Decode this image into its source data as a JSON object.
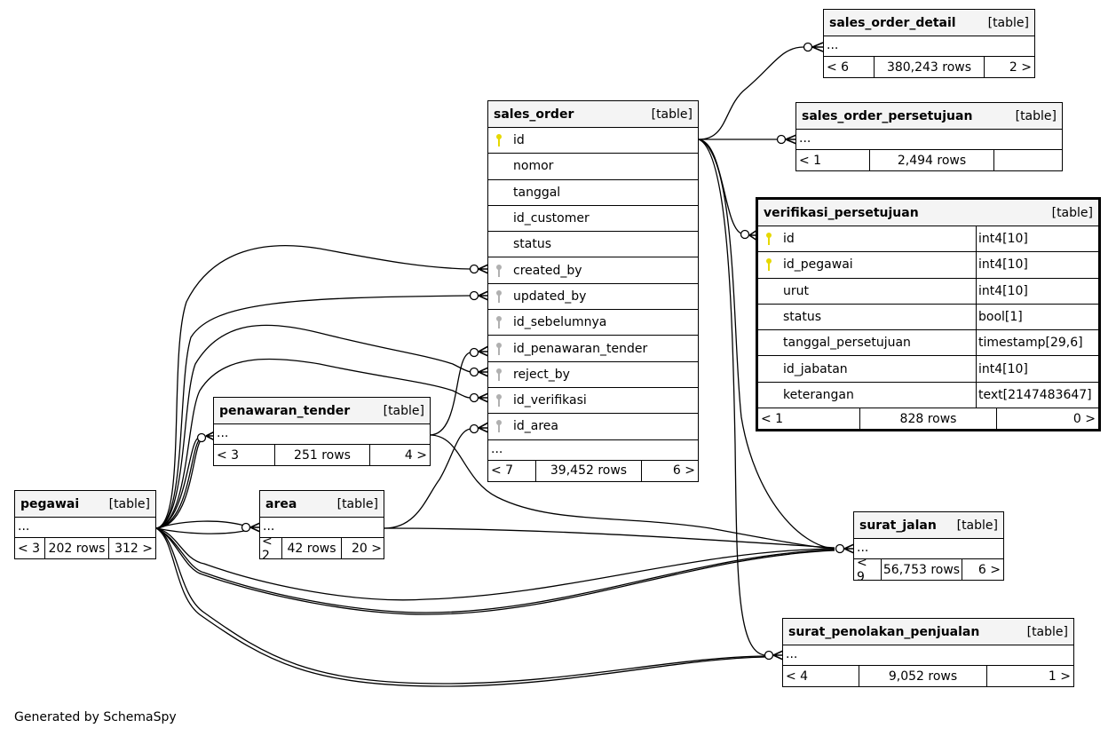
{
  "diagram": {
    "footer": "Generated by SchemaSpy",
    "colors": {
      "primary_key": "#e6d800",
      "foreign_key": "#b0b0b0",
      "header_bg": "#f4f4f4",
      "line": "#000000"
    },
    "tables": {
      "sales_order_detail": {
        "name": "sales_order_detail",
        "kind": "[table]",
        "ellipsis": "...",
        "parents": "< 6",
        "rows": "380,243 rows",
        "children": "2 >"
      },
      "sales_order_persetujuan": {
        "name": "sales_order_persetujuan",
        "kind": "[table]",
        "ellipsis": "...",
        "parents": "< 1",
        "rows": "2,494 rows",
        "children": ""
      },
      "sales_order": {
        "name": "sales_order",
        "kind": "[table]",
        "columns": [
          {
            "name": "id",
            "key": "primary-key-icon"
          },
          {
            "name": "nomor",
            "key": ""
          },
          {
            "name": "tanggal",
            "key": ""
          },
          {
            "name": "id_customer",
            "key": ""
          },
          {
            "name": "status",
            "key": ""
          },
          {
            "name": "created_by",
            "key": "foreign-key-icon"
          },
          {
            "name": "updated_by",
            "key": "foreign-key-icon"
          },
          {
            "name": "id_sebelumnya",
            "key": "foreign-key-icon"
          },
          {
            "name": "id_penawaran_tender",
            "key": "foreign-key-icon"
          },
          {
            "name": "reject_by",
            "key": "foreign-key-icon"
          },
          {
            "name": "id_verifikasi",
            "key": "foreign-key-icon"
          },
          {
            "name": "id_area",
            "key": "foreign-key-icon"
          }
        ],
        "ellipsis": "...",
        "parents": "< 7",
        "rows": "39,452 rows",
        "children": "6 >"
      },
      "verifikasi_persetujuan": {
        "name": "verifikasi_persetujuan",
        "kind": "[table]",
        "columns": [
          {
            "name": "id",
            "type": "int4[10]",
            "key": "primary-key-icon"
          },
          {
            "name": "id_pegawai",
            "type": "int4[10]",
            "key": "primary-key-icon"
          },
          {
            "name": "urut",
            "type": "int4[10]",
            "key": ""
          },
          {
            "name": "status",
            "type": "bool[1]",
            "key": ""
          },
          {
            "name": "tanggal_persetujuan",
            "type": "timestamp[29,6]",
            "key": ""
          },
          {
            "name": "id_jabatan",
            "type": "int4[10]",
            "key": ""
          },
          {
            "name": "keterangan",
            "type": "text[2147483647]",
            "key": ""
          }
        ],
        "parents": "< 1",
        "rows": "828 rows",
        "children": "0 >"
      },
      "penawaran_tender": {
        "name": "penawaran_tender",
        "kind": "[table]",
        "ellipsis": "...",
        "parents": "< 3",
        "rows": "251 rows",
        "children": "4 >"
      },
      "pegawai": {
        "name": "pegawai",
        "kind": "[table]",
        "ellipsis": "...",
        "parents": "< 3",
        "rows": "202 rows",
        "children": "312 >"
      },
      "area": {
        "name": "area",
        "kind": "[table]",
        "ellipsis": "...",
        "parents": "< 2",
        "rows": "42 rows",
        "children": "20 >"
      },
      "surat_jalan": {
        "name": "surat_jalan",
        "kind": "[table]",
        "ellipsis": "...",
        "parents": "< 9",
        "rows": "56,753 rows",
        "children": "6 >"
      },
      "surat_penolakan_penjualan": {
        "name": "surat_penolakan_penjualan",
        "kind": "[table]",
        "ellipsis": "...",
        "parents": "< 4",
        "rows": "9,052 rows",
        "children": "1 >"
      }
    },
    "relationships": [
      {
        "from": "sales_order.id",
        "to": "sales_order_detail"
      },
      {
        "from": "sales_order.id",
        "to": "sales_order_persetujuan"
      },
      {
        "from": "sales_order.id",
        "to": "verifikasi_persetujuan.id"
      },
      {
        "from": "sales_order.id",
        "to": "surat_jalan"
      },
      {
        "from": "sales_order.id",
        "to": "surat_penolakan_penjualan"
      },
      {
        "from": "pegawai",
        "to": "sales_order.created_by"
      },
      {
        "from": "pegawai",
        "to": "sales_order.updated_by"
      },
      {
        "from": "pegawai",
        "to": "sales_order.reject_by"
      },
      {
        "from": "pegawai",
        "to": "sales_order.id_verifikasi"
      },
      {
        "from": "pegawai",
        "to": "penawaran_tender"
      },
      {
        "from": "pegawai",
        "to": "area"
      },
      {
        "from": "pegawai",
        "to": "surat_jalan"
      },
      {
        "from": "pegawai",
        "to": "surat_penolakan_penjualan"
      },
      {
        "from": "penawaran_tender",
        "to": "sales_order.id_penawaran_tender"
      },
      {
        "from": "penawaran_tender",
        "to": "surat_jalan"
      },
      {
        "from": "area",
        "to": "sales_order.id_area"
      },
      {
        "from": "area",
        "to": "surat_jalan"
      }
    ]
  }
}
